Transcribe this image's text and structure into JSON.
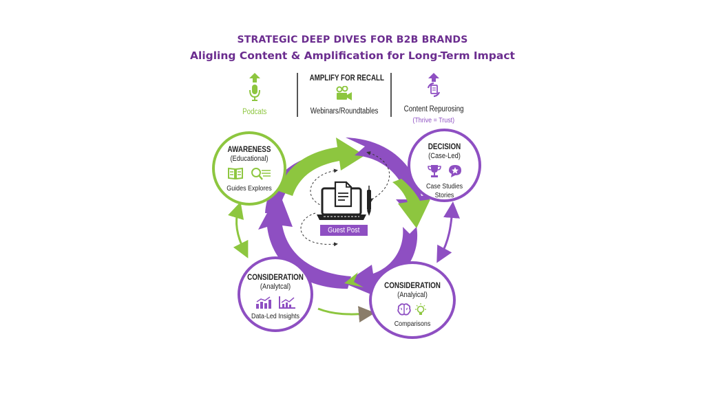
{
  "header": {
    "title": "STRATEGIC DEEP DIVES FOR B2B BRANDS",
    "subtitle": "Aligling Content & Amplification for Long-Term Impact"
  },
  "amplify": {
    "heading": "AMPLIFY FOR RECALL",
    "items": [
      {
        "label": "Podcats",
        "icon": "microphone-icon",
        "arrow": "up-arrow-icon"
      },
      {
        "label": "Webinars/Roundtables",
        "icon": "video-camera-icon"
      },
      {
        "label": "Content Repurosing",
        "note": "(Thrive = Trust)",
        "icon": "recycle-document-icon",
        "arrow": "up-arrow-icon"
      }
    ]
  },
  "stages": {
    "awareness": {
      "title": "AWARENESS",
      "subtitle": "(Educational)",
      "footer": "Guides Explores",
      "icons": [
        "book-icon",
        "magnify-list-icon"
      ]
    },
    "decision": {
      "title": "DECISION",
      "subtitle": "(Case-Led)",
      "footer_line1": "Case Studies",
      "footer_line2": "Stories",
      "icons": [
        "trophy-icon",
        "star-speech-bubble-icon"
      ]
    },
    "consideration_left": {
      "title": "CONSIDERATION",
      "subtitle": "(Analytcal)",
      "footer": "Data-Led Insights",
      "icons": [
        "bar-chart-trend-icon",
        "line-chart-icon"
      ]
    },
    "consideration_right": {
      "title": "CONSIDERATION",
      "subtitle": "(Analyical)",
      "footer": "Comparisons",
      "icons": [
        "brain-icon",
        "lightbulb-icon"
      ]
    }
  },
  "center": {
    "label": "Guest Post",
    "icon": "laptop-document-pen-icon"
  },
  "colors": {
    "purple": "#8e4fc2",
    "green": "#8dc63f",
    "title_purple": "#6b2d8f",
    "text": "#222222"
  }
}
